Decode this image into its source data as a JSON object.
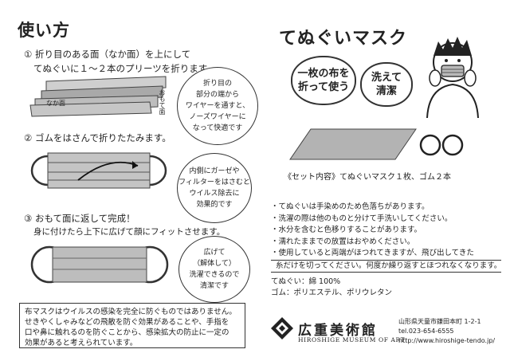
{
  "left": {
    "title": "使い方",
    "step1": {
      "line1": "① 折り目のある面（なか面）を上にして",
      "line2": "てぬぐいに１～２本のプリーツを折ります。",
      "label_inner": "なか面",
      "label_outer": "おもて面",
      "bubble": "折り目の\n部分の端から\nワイヤーを通すと、\nノーズワイヤーに\nなって快適です"
    },
    "step2": {
      "line1": "② ゴムをはさんで折りたたみます。",
      "bubble": "内側にガーゼや\nフィルターをはさむと\nウイルス除去に\n効果的です"
    },
    "step3": {
      "line1": "③ おもて面に返して完成！",
      "line2": "身に付けたら上下に広げて顔にフィットさせます。",
      "bubble": "広げて\n（解体して）\n洗濯できるので\n清潔です"
    },
    "note": "布マスクはウイルスの感染を完全に防ぐものではありません。\nせきやくしゃみなどの飛散を防ぐ効果があることや、手指を\n口や鼻に触れるのを防ぐことから、感染拡大の防止に一定の\n効果があると考えられています。"
  },
  "right": {
    "title": "てぬぐいマスク",
    "speech1": "一枚の布を\n折って使う",
    "speech2": "洗えて\n清潔",
    "set_contents": "《セット内容》てぬぐいマスク１枚、ゴム２本",
    "bullets": [
      "・てぬぐいは手染めのため色落ちがあります。",
      "・洗濯の際は他のものと分けて手洗いしてください。",
      "・水分を含むと色移りすることがあります。",
      "・濡れたままでの放置はおやめください。",
      "・使用していると両端がほつれてきますが、飛び出してきた",
      "糸だけを切ってください。何度か繰り返すとほつれなくなります。"
    ],
    "material1": "てぬぐい：綿 100%",
    "material2": "ゴム：ポリエステル、ポリウレタン"
  },
  "footer": {
    "museum_name": "広重美術館",
    "museum_en": "HIROSHIGE MUSEUM OF ART",
    "address": "山形県天童市鎌田本町 1-2-1",
    "tel": "tel.023-654-6555",
    "url": "http://www.hiroshige-tendo.jp/"
  },
  "colors": {
    "cloth": "#b9b9b9",
    "cloth_dark": "#8f8f8f",
    "ink": "#222222"
  }
}
